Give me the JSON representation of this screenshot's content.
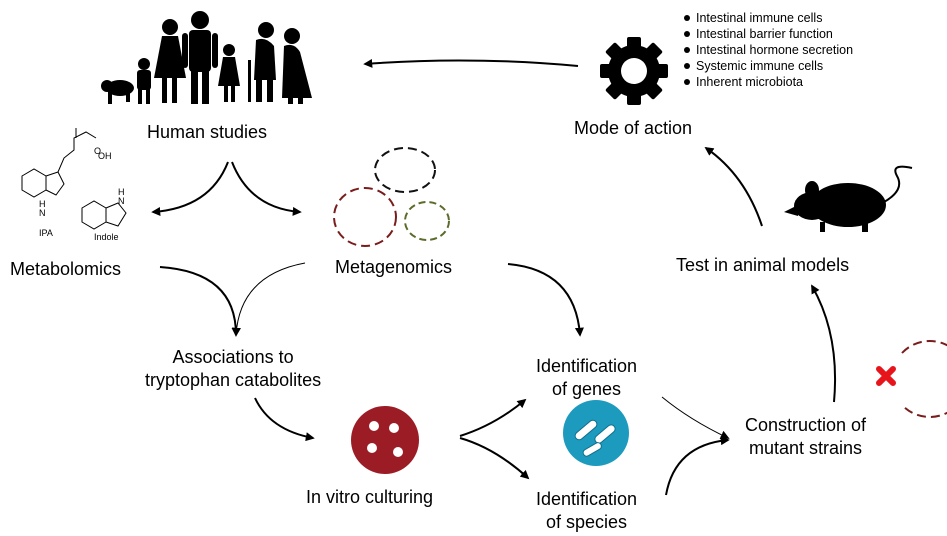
{
  "labels": {
    "human_studies": "Human studies",
    "metabolomics": "Metabolomics",
    "metagenomics": "Metagenomics",
    "associations": "Associations to\ntryptophan catabolites",
    "in_vitro": "In vitro culturing",
    "id_genes": "Identification\nof genes",
    "id_species": "Identification\nof species",
    "mutant": "Construction of\nmutant strains",
    "animal": "Test in animal models",
    "mode": "Mode of action"
  },
  "molecules": {
    "ipa": "IPA",
    "indole": "Indole",
    "oh": "OH",
    "o": "O",
    "nh": "H\nN"
  },
  "mode_of_action_items": [
    "Intestinal immune cells",
    "Intestinal barrier function",
    "Intestinal hormone secretion",
    "Systemic immune cells",
    "Inherent microbiota"
  ],
  "colors": {
    "circle_black": "#111111",
    "circle_darkred": "#7a1c1c",
    "circle_olive": "#5a6b2a",
    "petri": "#9b1c24",
    "bacteria_bg": "#1c9bbf",
    "red_x": "#e8141c"
  },
  "icons": [
    "family-silhouette-icon",
    "gear-icon",
    "mouse-icon",
    "petri-dish-icon",
    "bacteria-icon",
    "red-x-icon"
  ]
}
